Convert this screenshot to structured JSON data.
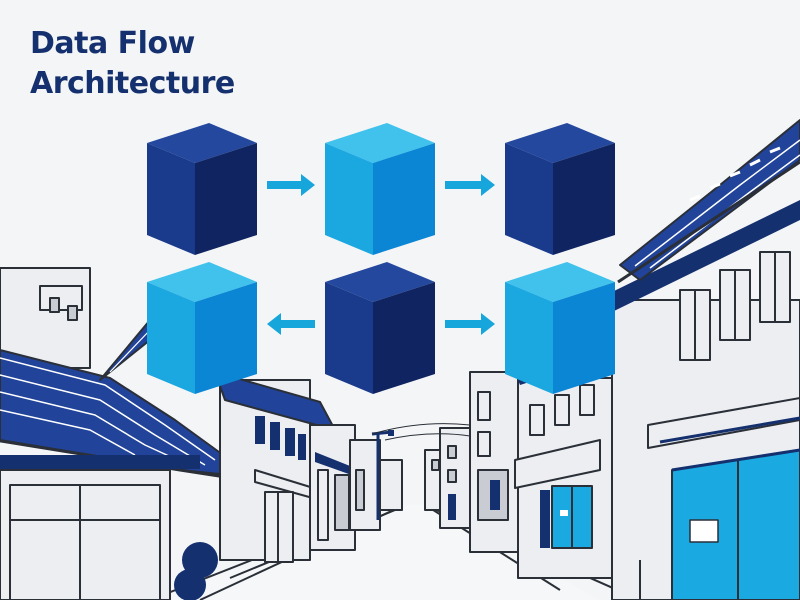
{
  "title": {
    "line1": "Data Flow",
    "line2": "Architecture"
  },
  "diagram": {
    "nodes": [
      {
        "id": "top-left",
        "shade": "dark"
      },
      {
        "id": "top-center",
        "shade": "light"
      },
      {
        "id": "top-right",
        "shade": "dark"
      },
      {
        "id": "bottom-left",
        "shade": "light"
      },
      {
        "id": "bottom-center",
        "shade": "dark"
      },
      {
        "id": "bottom-right",
        "shade": "light"
      }
    ],
    "edges": [
      {
        "from": "top-left",
        "to": "top-center",
        "direction": "right"
      },
      {
        "from": "top-center",
        "to": "top-right",
        "direction": "right"
      },
      {
        "from": "bottom-center",
        "to": "bottom-left",
        "direction": "left"
      },
      {
        "from": "bottom-center",
        "to": "bottom-right",
        "direction": "right"
      }
    ]
  },
  "colors": {
    "navy": "#14306e",
    "dark_cube_front": "#1a3a8c",
    "dark_cube_top": "#24489e",
    "dark_cube_side": "#0f2460",
    "light_cube_front": "#1ba8e0",
    "light_cube_top": "#40c2ec",
    "light_cube_side": "#0a86d4",
    "arrow": "#16a6dc",
    "line": "#2a2f38",
    "wall": "#eceef1",
    "wall_shade": "#c9cdd3",
    "glass": "#1aa9e0",
    "roof_tile": "#21449a"
  }
}
